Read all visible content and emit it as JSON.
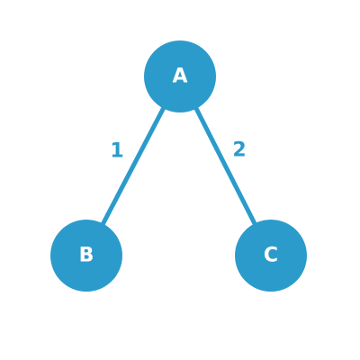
{
  "colors": {
    "node": "#2b9bcb",
    "edge": "#2b9bcb",
    "node_text": "#ffffff",
    "edge_text": "#2b9bcb",
    "background": "#ffffff"
  },
  "nodes": [
    {
      "id": "A",
      "label": "A"
    },
    {
      "id": "B",
      "label": "B"
    },
    {
      "id": "C",
      "label": "C"
    }
  ],
  "edges": [
    {
      "from": "A",
      "to": "B",
      "label": "1"
    },
    {
      "from": "A",
      "to": "C",
      "label": "2"
    }
  ]
}
